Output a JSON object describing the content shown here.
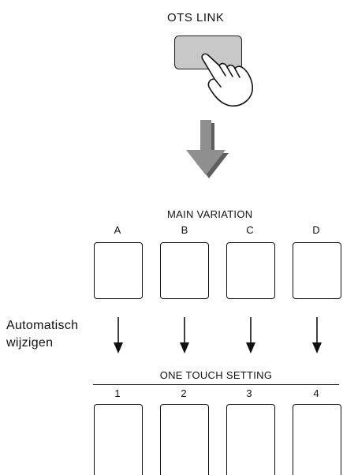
{
  "ots_link": {
    "label": "OTS LINK"
  },
  "main_variation": {
    "title": "MAIN VARIATION",
    "buttons": [
      "A",
      "B",
      "C",
      "D"
    ]
  },
  "auto_change": {
    "line1": "Automatisch",
    "line2": "wijzigen"
  },
  "one_touch_setting": {
    "title": "ONE TOUCH SETTING",
    "buttons": [
      "1",
      "2",
      "3",
      "4"
    ]
  },
  "icons": {
    "hand": "pointing-hand-icon",
    "big_arrow": "down-arrow-icon",
    "small_arrow": "arrow-down-icon"
  },
  "colors": {
    "button_fill": "#c8c8c8",
    "big_arrow_fill": "#8f8f8f",
    "big_arrow_shadow": "#5e5e5e"
  }
}
